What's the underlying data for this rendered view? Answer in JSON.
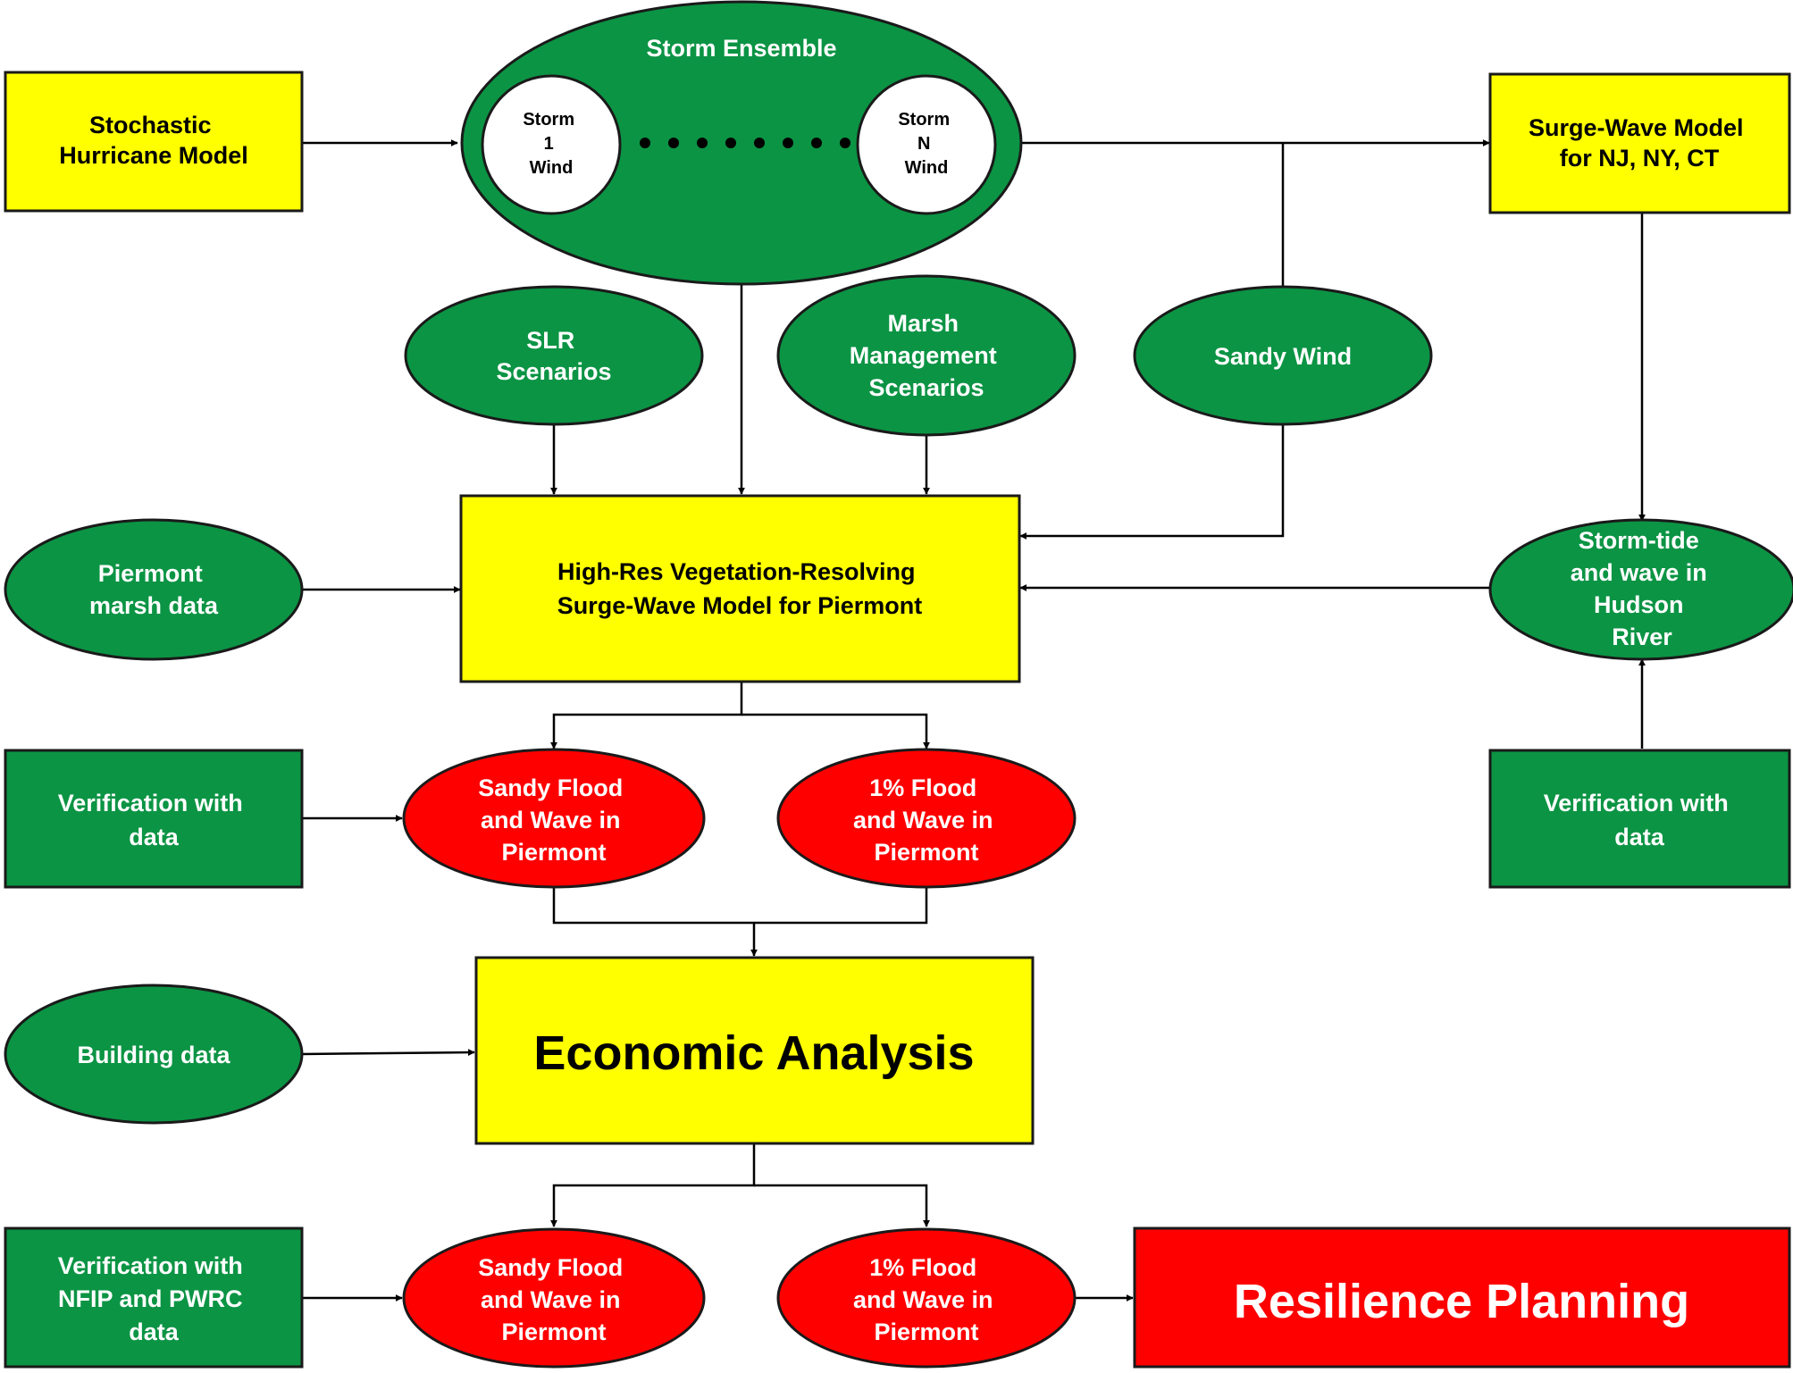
{
  "colors": {
    "yellow": "#ffff00",
    "green": "#0b9444",
    "red": "#ff0000",
    "white": "#ffffff",
    "line": "#000000"
  },
  "nodes": {
    "stochastic_hurricane_model": [
      "Stochastic",
      "Hurricane Model"
    ],
    "storm_ensemble": [
      "Storm Ensemble"
    ],
    "storm_1_wind": [
      "Storm",
      "1",
      "Wind"
    ],
    "storm_n_wind": [
      "Storm",
      "N",
      "Wind"
    ],
    "surge_wave_model_regional": [
      "Surge-Wave Model",
      "for NJ, NY, CT"
    ],
    "slr_scenarios": [
      "SLR",
      "Scenarios"
    ],
    "marsh_management_scenarios": [
      "Marsh",
      "Management",
      "Scenarios"
    ],
    "sandy_wind": [
      "Sandy Wind"
    ],
    "piermont_marsh_data": [
      "Piermont",
      "marsh data"
    ],
    "high_res_model": [
      "High-Res Vegetation-Resolving",
      "Surge-Wave Model for Piermont"
    ],
    "storm_tide_hudson": [
      "Storm-tide",
      "and wave in",
      "Hudson",
      "River"
    ],
    "verification_left": [
      "Verification  with",
      "data"
    ],
    "sandy_flood_1": [
      "Sandy Flood",
      "and Wave in",
      "Piermont"
    ],
    "one_pct_flood_1": [
      "1% Flood",
      "and Wave in",
      "Piermont"
    ],
    "verification_right": [
      "Verification  with",
      "data"
    ],
    "building_data": [
      "Building data"
    ],
    "economic_analysis": [
      "Economic Analysis"
    ],
    "verification_nfip": [
      "Verification  with",
      "NFIP and PWRC",
      "data"
    ],
    "sandy_flood_2": [
      "Sandy Flood",
      "and Wave in",
      "Piermont"
    ],
    "one_pct_flood_2": [
      "1% Flood",
      "and Wave in",
      "Piermont"
    ],
    "resilience_planning": [
      "Resilience Planning"
    ]
  }
}
